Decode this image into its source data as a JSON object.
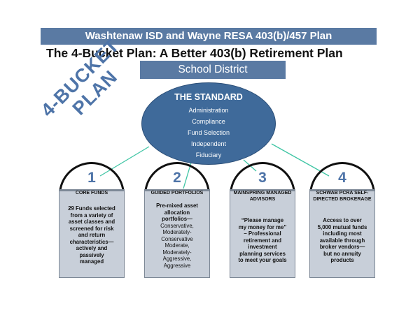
{
  "banner": "Washtenaw ISD and Wayne RESA 403(b)/457 Plan",
  "title": "The 4-Bucket Plan:  A Better 403(b) Retirement Plan",
  "district": "School District",
  "stamp": [
    "4-BUCKET",
    "PLAN"
  ],
  "standard": {
    "title": "THE STANDARD",
    "items": [
      "Administration",
      "Compliance",
      "Fund Selection",
      "Independent",
      "Fiduciary"
    ]
  },
  "buckets": [
    {
      "number": "1",
      "heading": "CORE FUNDS",
      "lines": [
        "29 Funds selected",
        "from a variety of",
        "asset classes and",
        "screened for risk",
        "and return",
        "characteristics—",
        "actively and",
        "passively",
        "managed"
      ]
    },
    {
      "number": "2",
      "heading": "GUIDED PORTFOLIOS",
      "lines_bold": [
        "Pre-mixed asset",
        "allocation",
        "portfolios—"
      ],
      "lines": [
        "Conservative,",
        "Moderately-",
        "Conservative",
        "Moderate,",
        "Moderately-",
        "Aggressive,",
        "Aggressive"
      ]
    },
    {
      "number": "3",
      "heading": "MAINSPRING MANAGED ADVISORS",
      "lines": [
        "“Please manage",
        "my money for me”",
        "– Professional",
        "retirement and",
        "investment",
        "planning services",
        "to meet your goals"
      ]
    },
    {
      "number": "4",
      "heading": "SCHWAB PCRA SELF-DIRECTED BROKERAGE",
      "lines": [
        "Access to over",
        "5,000 mutual funds",
        "including most",
        "available through",
        "broker vendors—",
        "but no annuity",
        "products"
      ]
    }
  ],
  "colors": {
    "header_fill": "#5a7aa3",
    "ellipse_fill": "#3f6a9a",
    "accent_text": "#4e74a8",
    "bucket_fill": "#c8cfd9",
    "connector": "#3fc5a4"
  }
}
